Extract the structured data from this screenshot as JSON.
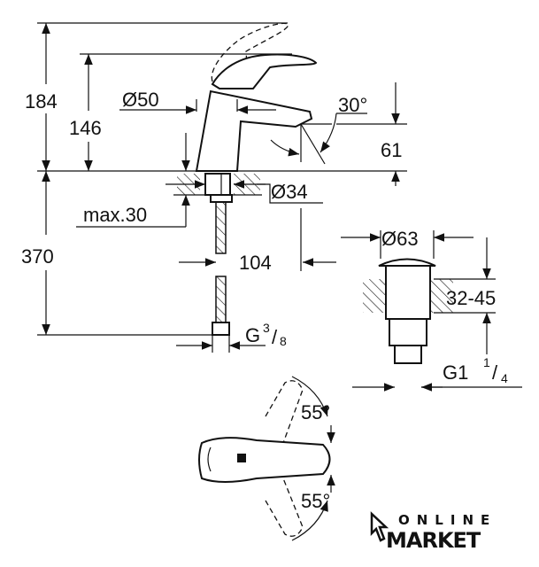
{
  "dimensions": {
    "height_total": "184",
    "height_spout": "146",
    "diameter_body": "Ø50",
    "spout_angle": "30°",
    "spout_clearance": "61",
    "diameter_hole": "Ø34",
    "max_thickness": "max.30",
    "hose_length": "370",
    "projection": "104",
    "connection_base": "G",
    "connection_num": "3",
    "connection_den": "8",
    "waste_diameter": "Ø63",
    "waste_range": "32-45",
    "waste_thread_base": "G1",
    "waste_thread_num": "1",
    "waste_thread_den": "4",
    "lever_angle_top": "55°",
    "lever_angle_bottom": "55°"
  },
  "logo": {
    "line1": "ONLINE",
    "line2": "MARKET"
  }
}
